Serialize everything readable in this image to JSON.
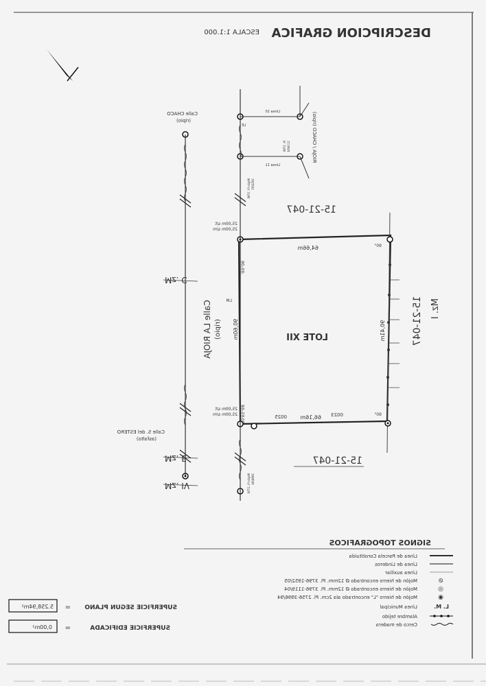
{
  "header": {
    "title": "DESCRIPCION GRAFICA",
    "scale": "ESCALA 1:1.000"
  },
  "plot": {
    "lot_label": "LOTE XII",
    "top_length": "64,66m",
    "bottom_length": "66,16m",
    "left_length": "90,60m",
    "right_length": "90,41m",
    "parcel_top": "15-21-047",
    "parcel_bottom": "15-21-047",
    "parcel_right": "15-21-047",
    "mz_right": "Mz. I",
    "mz_left": "Mz. C",
    "mz_left_lower": "Mz. E",
    "mz_left_bottom": "Mz. IV",
    "street_main": "Calle LA RIOJA",
    "street_main_sub": "(ripio)",
    "street_top": "Calle CHACO",
    "street_top_sub": "(ripio)",
    "street_bottom": "Calle S. del ESTERO",
    "street_bottom_sub": "(asfalto)",
    "street_right": "RIOJA / CHACO (ripio)",
    "measure_top_a": "25,00m s/t",
    "measure_top_b": "25,00m s/m",
    "measure_bottom_a": "25,00m s/t",
    "measure_bottom_b": "25,00m s/m",
    "angle_tl": "90°00'",
    "angle_bl": "89°59'00\"",
    "angle_tr": "90°",
    "angle_br": "90°",
    "lm_label": "LM",
    "le_label": "LE",
    "linea_label": "Línea 11",
    "linea_label_2": "Línea 10"
  },
  "legend": {
    "title": "SIGNOS TOPOGRAFICOS",
    "items": [
      "Línea de Parcela Constituida",
      "Línea de Linderos",
      "Línea auxiliar",
      "Mojón de hierro encontrado Ø 12mm. Pl. 3796-1952/05",
      "Mojón de hierro encontrado Ø 12mm. Pl. 3796-1119/04",
      "Mojón de hierro \"L\" encontrado ala 2cm. Pl. 2756-3996/94",
      "Línea Municipal",
      "Alambre tejido",
      "Cerco de madera"
    ],
    "symbols": [
      "",
      "",
      "",
      "⊘",
      "◎",
      "◉",
      "L. M.",
      "",
      ""
    ]
  },
  "summary": {
    "plano_label": "SUPERFICIE SEGUN PLANO",
    "plano_value": "5.258,94m²",
    "edificada_label": "SUPERFICIE EDIFICADA",
    "edificada_value": "0,00m²",
    "equals": "="
  }
}
